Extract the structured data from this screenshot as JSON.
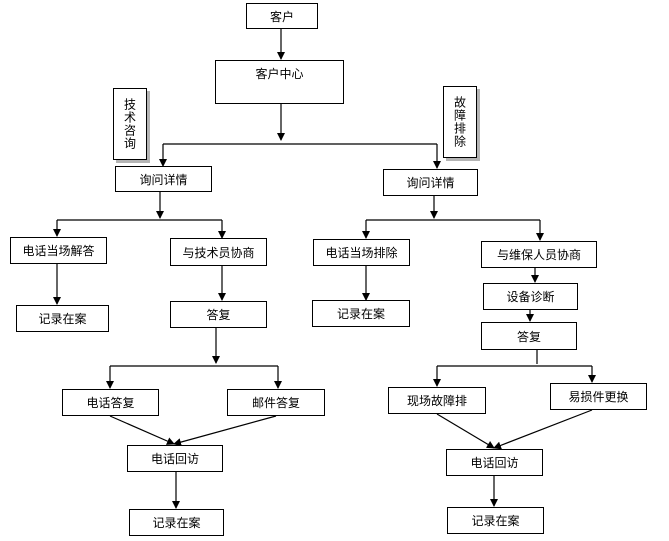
{
  "nodes": {
    "customer": "客户",
    "customer_center": "客户中心",
    "tech_consult": "技术咨询",
    "fault_removal": "故障排除",
    "left_inquire": "询问详情",
    "right_inquire": "询问详情",
    "phone_solve": "电话当场解答",
    "consult_tech": "与技术员协商",
    "phone_remove": "电话当场排除",
    "consult_maint": "与维保人员协商",
    "record_1": "记录在案",
    "reply_left": "答复",
    "record_2": "记录在案",
    "diagnosis": "设备诊断",
    "reply_right": "答复",
    "phone_reply": "电话答复",
    "email_reply": "邮件答复",
    "onsite_fix": "现场故障排",
    "parts_replace": "易损件更换",
    "callback_left": "电话回访",
    "callback_right": "电话回访",
    "record_left_final": "记录在案",
    "record_right_final": "记录在案"
  }
}
